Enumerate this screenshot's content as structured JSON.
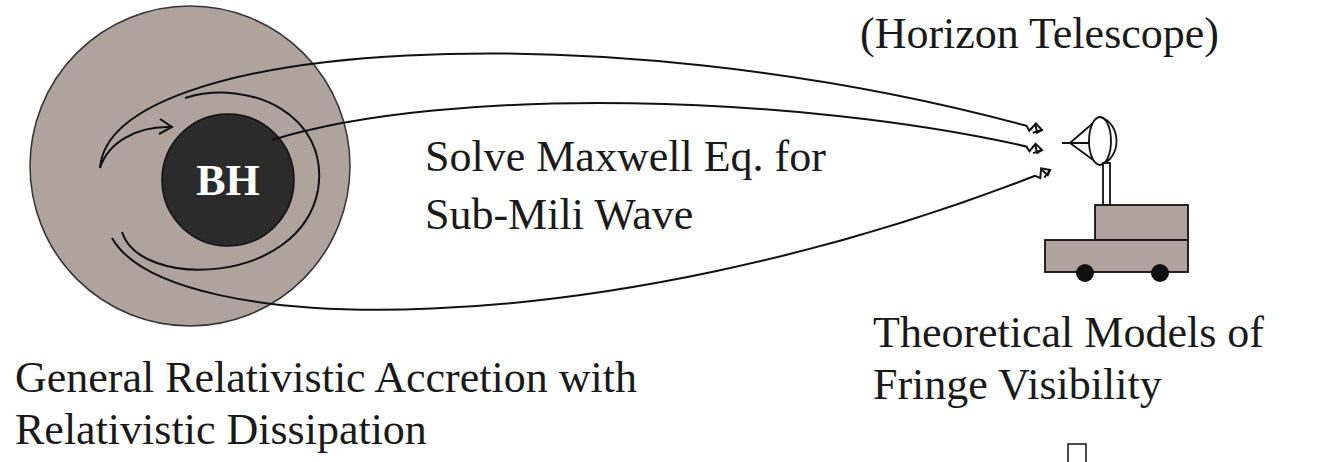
{
  "diagram": {
    "nodes": [
      {
        "text": [
          "General Relativistic Accretion with Relativistic Dissipation"
        ]
      },
      {
        "text": [
          "BH"
        ],
        "in": 0
      },
      {
        "text": [
          "(Horizon Telescope)",
          "Theoretical Models of Fringe Visibility"
        ]
      }
    ],
    "edges": [
      {
        "from": 0,
        "to": 2,
        "arrow": "to"
      },
      {
        "from": 1,
        "to": 2,
        "arrow": "to",
        "label": "Solve Maxwell Eq. for Sub-Mili Wave"
      },
      {
        "from": 0,
        "to": 2,
        "arrow": "to"
      }
    ]
  }
}
